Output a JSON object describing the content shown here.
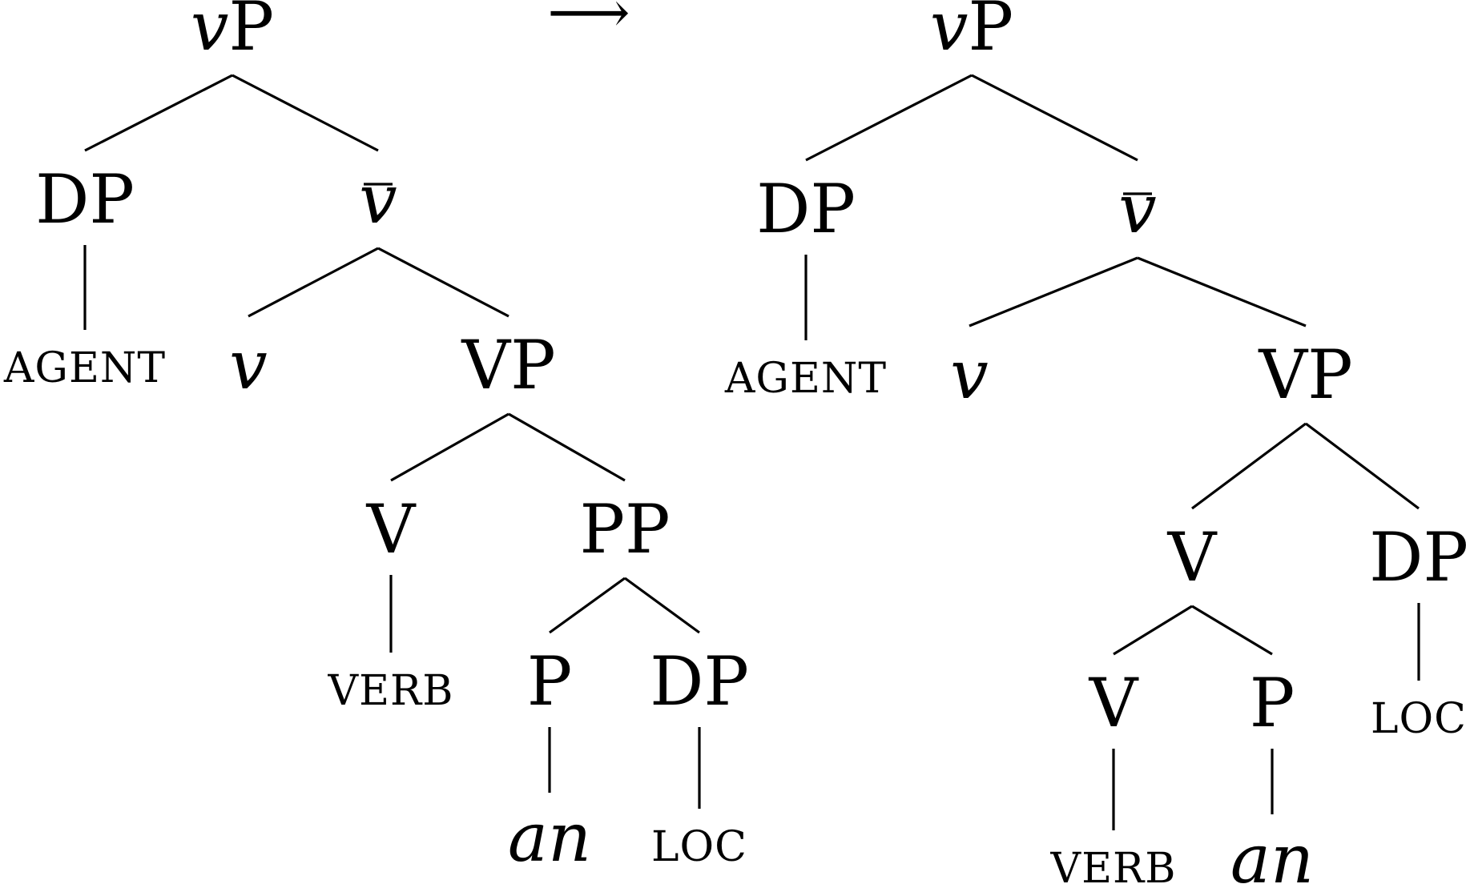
{
  "arrow": "⟶",
  "trees": [
    {
      "label": "vP",
      "children": [
        {
          "label": "DP",
          "children": [
            {
              "label": "AGENT"
            }
          ]
        },
        {
          "label": "v",
          "bar": true,
          "children": [
            {
              "label": "v"
            },
            {
              "label": "VP",
              "children": [
                {
                  "label": "V",
                  "children": [
                    {
                      "label": "VERB"
                    }
                  ]
                },
                {
                  "label": "PP",
                  "children": [
                    {
                      "label": "P",
                      "children": [
                        {
                          "label": "an"
                        }
                      ]
                    },
                    {
                      "label": "DP",
                      "children": [
                        {
                          "label": "LOC"
                        }
                      ]
                    }
                  ]
                }
              ]
            }
          ]
        }
      ]
    },
    {
      "label": "vP",
      "children": [
        {
          "label": "DP",
          "children": [
            {
              "label": "AGENT"
            }
          ]
        },
        {
          "label": "v",
          "bar": true,
          "children": [
            {
              "label": "v"
            },
            {
              "label": "VP",
              "children": [
                {
                  "label": "V",
                  "children": [
                    {
                      "label": "V",
                      "children": [
                        {
                          "label": "VERB"
                        }
                      ]
                    },
                    {
                      "label": "P",
                      "children": [
                        {
                          "label": "an"
                        }
                      ]
                    }
                  ]
                },
                {
                  "label": "DP",
                  "children": [
                    {
                      "label": "LOC"
                    }
                  ]
                }
              ]
            }
          ]
        }
      ]
    }
  ]
}
